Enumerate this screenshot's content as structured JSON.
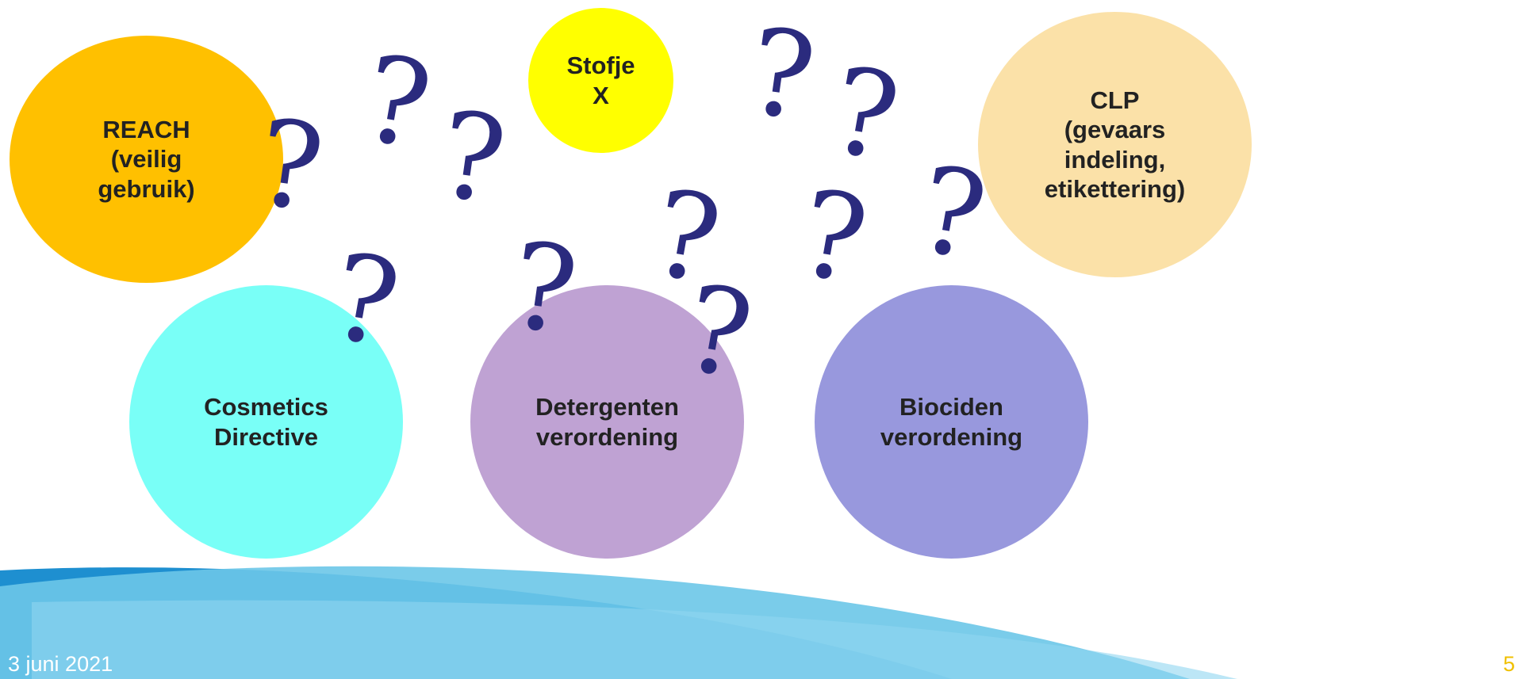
{
  "colors": {
    "reach": "#ffc000",
    "stofje": "#ffff00",
    "clp": "#fbe1a8",
    "cosmetics": "#79fff7",
    "detergenten": "#bfa2d3",
    "biociden": "#9898dd",
    "question_marks": "#2b2b7e",
    "wave_dark": "#1e8fd0",
    "wave_light": "#6cc6e8",
    "page_number": "#f0c000"
  },
  "circles": {
    "reach": "REACH\n(veilig\ngebruik)",
    "stofje": "Stofje\nX",
    "clp": "CLP\n(gevaars\nindeling,\netikettering)",
    "cosmetics": "Cosmetics\nDirective",
    "detergenten": "Detergenten\nverordening",
    "biociden": "Biociden\nverordening"
  },
  "question_mark": "?",
  "footer": {
    "date": "3 juni 2021",
    "page": "5"
  }
}
